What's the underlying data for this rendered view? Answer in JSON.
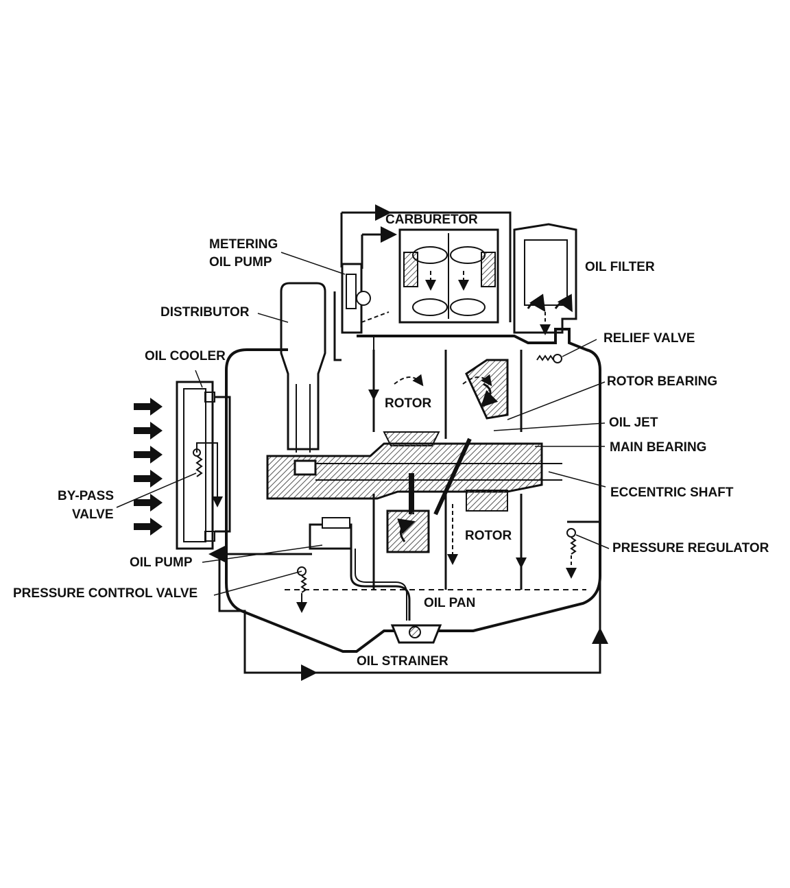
{
  "colors": {
    "ink": "#111111",
    "background": "#ffffff",
    "hatch": "#555555"
  },
  "icons": [
    "arrow-right-icon",
    "spring-icon",
    "ball-valve-icon",
    "flow-arrow-icon"
  ],
  "labels": {
    "carburetor": "CARBURETOR",
    "metering_oil_pump_line1": "METERING",
    "metering_oil_pump_line2": "OIL PUMP",
    "oil_filter": "OIL FILTER",
    "distributor": "DISTRIBUTOR",
    "relief_valve": "RELIEF VALVE",
    "oil_cooler": "OIL COOLER",
    "rotor_bearing": "ROTOR BEARING",
    "rotor_upper": "ROTOR",
    "oil_jet": "OIL JET",
    "main_bearing": "MAIN BEARING",
    "bypass_valve_line1": "BY-PASS",
    "bypass_valve_line2": "VALVE",
    "eccentric_shaft": "ECCENTRIC SHAFT",
    "rotor_lower": "ROTOR",
    "pressure_regulator": "PRESSURE REGULATOR",
    "oil_pump": "OIL PUMP",
    "pressure_control_valve": "PRESSURE CONTROL VALVE",
    "oil_pan": "OIL PAN",
    "oil_strainer": "OIL STRAINER"
  }
}
